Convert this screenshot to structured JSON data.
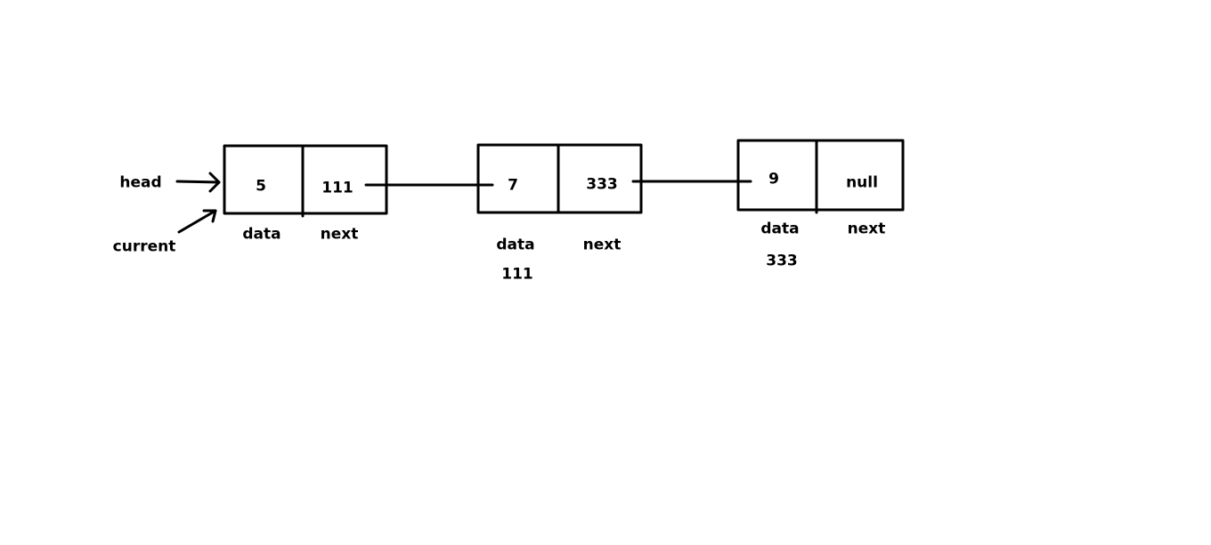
{
  "pointers": {
    "head": "head",
    "current": "current"
  },
  "nodes": [
    {
      "data": "5",
      "next": "111",
      "data_caption": "data",
      "next_caption": "next",
      "address": ""
    },
    {
      "data": "7",
      "next": "333",
      "data_caption": "data",
      "next_caption": "next",
      "address": "111"
    },
    {
      "data": "9",
      "next": "null",
      "data_caption": "data",
      "next_caption": "next",
      "address": "333"
    }
  ],
  "colors": {
    "stroke": "#000000",
    "background": "#ffffff"
  }
}
